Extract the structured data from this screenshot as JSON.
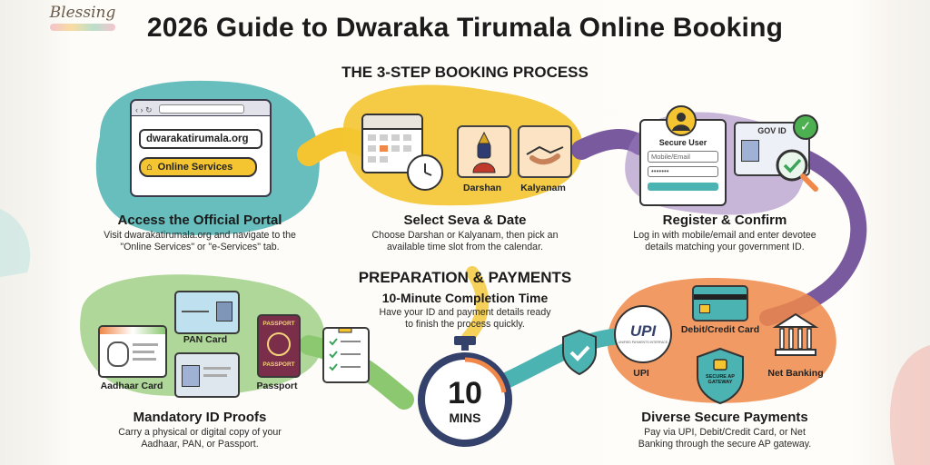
{
  "logo": {
    "text": "Blessing"
  },
  "title": "2026 Guide to Dwaraka Tirumala Online Booking",
  "section1": {
    "heading": "THE 3-STEP BOOKING PROCESS"
  },
  "steps": [
    {
      "title": "Access the Official Portal",
      "desc_line1": "Visit dwarakatirumala.org and navigate to the",
      "desc_line2": "\"Online Services\" or \"e-Services\" tab.",
      "url": "dwarakatirumala.org",
      "button": "Online Services"
    },
    {
      "title": "Select Seva & Date",
      "desc_line1": "Choose Darshan or Kalyanam, then pick an",
      "desc_line2": "available time slot from the calendar.",
      "option1": "Darshan",
      "option2": "Kalyanam"
    },
    {
      "title": "Register & Confirm",
      "desc_line1": "Log in with mobile/email and enter devotee",
      "desc_line2": "details matching your government ID.",
      "form_title": "Secure User",
      "field1": "Mobile/Email",
      "field2": "•••••••",
      "gov_id": "GOV ID"
    }
  ],
  "section2": {
    "heading": "PREPARATION & PAYMENTS",
    "sub": "10-Minute Completion Time",
    "desc_line1": "Have your ID and payment details ready",
    "desc_line2": "to finish the process quickly."
  },
  "timer": {
    "number": "10",
    "unit": "MINS"
  },
  "ids": {
    "items": [
      "Aadhaar Card",
      "PAN Card",
      "Passport"
    ],
    "passport_top": "PASSPORT",
    "passport_bottom": "PASSPORT",
    "title": "Mandatory ID Proofs",
    "desc_line1": "Carry a physical or digital copy of your",
    "desc_line2": "Aadhaar, PAN, or Passport."
  },
  "payments": {
    "upi_logo": "UPI",
    "upi_tagline": "UNIFIED PAYMENTS INTERFACE",
    "upi": "UPI",
    "card": "Debit/Credit Card",
    "net": "Net Banking",
    "gateway": "SECURE AP GATEWAY",
    "title": "Diverse Secure Payments",
    "desc_line1": "Pay via UPI, Debit/Credit Card, or Net",
    "desc_line2": "Banking through the secure AP gateway."
  },
  "colors": {
    "teal": "#4cb3b3",
    "yellow": "#f4c531",
    "purple": "#7a5a9e",
    "orange": "#f0884a",
    "green": "#8cc870",
    "navy": "#34416b"
  }
}
